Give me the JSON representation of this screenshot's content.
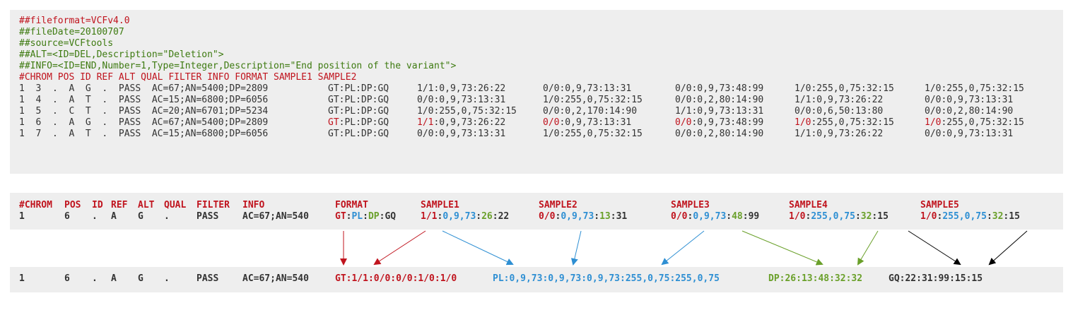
{
  "vcf": {
    "meta": [
      "##fileformat=VCFv4.0",
      "##fileDate=20100707",
      "##source=VCFtools",
      "##ALT=<ID=DEL,Description=\"Deletion\">",
      "##INFO=<ID=END,Number=1,Type=Integer,Description=\"End position of the variant\">"
    ],
    "header_line": "#CHROM POS ID REF ALT QUAL FILTER INFO FORMAT SAMPLE1 SAMPLE2",
    "rows": [
      {
        "pre": "1  3  .  A  G  .  PASS  AC=67;AN=5400;DP=2809  ",
        "format": "GT:PL:DP:GQ",
        "samples": [
          "1/1:0,9,73:26:22",
          "0/0:0,9,73:13:31",
          "0/0:0,9,73:48:99",
          "1/0:255,0,75:32:15",
          "1/0:255,0,75:32:15"
        ]
      },
      {
        "pre": "1  4  .  A  T  .  PASS  AC=15;AN=6800;DP=6056  ",
        "format": "GT:PL:DP:GQ",
        "samples": [
          "0/0:0,9,73:13:31",
          "1/0:255,0,75:32:15",
          "0/0:0,2,80:14:90",
          "1/1:0,9,73:26:22",
          "0/0:0,9,73:13:31"
        ]
      },
      {
        "pre": "1  5  .  C  T  .  PASS  AC=20;AN=6701;DP=5234  ",
        "format": "GT:PL:DP:GQ",
        "samples": [
          "1/0:255,0,75:32:15",
          "0/0:0,2,170:14:90",
          "1/1:0,9,73:13:31",
          "0/0:0,6,50:13:80",
          "0/0:0,2,80:14:90"
        ]
      },
      {
        "pre": "1  6  .  A  G  .  PASS  AC=67;AN=5400;DP=2809  ",
        "format_gt": "GT",
        "format_rest": ":PL:DP:GQ",
        "samples_split": [
          [
            "1/1",
            ":0,9,73:26:22"
          ],
          [
            "0/0",
            ":0,9,73:13:31"
          ],
          [
            "0/0",
            ":0,9,73:48:99"
          ],
          [
            "1/0",
            ":255,0,75:32:15"
          ],
          [
            "1/0",
            ":255,0,75:32:15"
          ]
        ]
      },
      {
        "pre": "1  7  .  A  T  .  PASS  AC=15;AN=6800;DP=6056  ",
        "format": "GT:PL:DP:GQ",
        "samples": [
          "0/0:0,9,73:13:31",
          "1/0:255,0,75:32:15",
          "0/0:0,2,80:14:90",
          "1/1:0,9,73:26:22",
          "0/0:0,9,73:13:31"
        ]
      }
    ]
  },
  "header_row": {
    "chrom": "#CHROM",
    "pos": "POS",
    "id": "ID",
    "ref": "REF",
    "alt": "ALT",
    "qual": "QUAL",
    "filter": "FILTER",
    "info": "INFO",
    "format": "FORMAT",
    "sample1": "SAMPLE1",
    "sample2": "SAMPLE2",
    "sample3": "SAMPLE3",
    "sample4": "SAMPLE4",
    "sample5": "SAMPLE5"
  },
  "value_row": {
    "chrom": "1",
    "pos": "6",
    "id": ".",
    "ref": "A",
    "alt": "G",
    "qual": ".",
    "filter": "PASS",
    "info": "AC=67;AN=540",
    "format": {
      "gt": "GT",
      "c1": ":",
      "pl": "PL",
      "c2": ":",
      "dp": "DP",
      "c3": ":",
      "gq": "GQ"
    },
    "samples": [
      {
        "gt": "1/1",
        "c1": ":",
        "pl": "0,9,73",
        "c2": ":",
        "dp": "26",
        "c3": ":",
        "gq": "22"
      },
      {
        "gt": "0/0",
        "c1": ":",
        "pl": "0,9,73",
        "c2": ":",
        "dp": "13",
        "c3": ":",
        "gq": "31"
      },
      {
        "gt": "0/0",
        "c1": ":",
        "pl": "0,9,73",
        "c2": ":",
        "dp": "48",
        "c3": ":",
        "gq": "99"
      },
      {
        "gt": "1/0",
        "c1": ":",
        "pl": "255,0,75",
        "c2": ":",
        "dp": "32",
        "c3": ":",
        "gq": "15"
      },
      {
        "gt": "1/0",
        "c1": ":",
        "pl": "255,0,75",
        "c2": ":",
        "dp": "32",
        "c3": ":",
        "gq": "15"
      }
    ]
  },
  "output_row": {
    "chrom": "1",
    "pos": "6",
    "id": ".",
    "ref": "A",
    "alt": "G",
    "qual": ".",
    "filter": "PASS",
    "info": "AC=67;AN=540",
    "gt": "GT:1/1:0/0:0/0:1/0:1/0",
    "pl": "PL:0,9,73:0,9,73:0,9,73:255,0,75:255,0,75",
    "dp": "DP:26:13:48:32:32",
    "gq": "GQ:22:31:99:15:15"
  },
  "colors": {
    "red": "#c0141e",
    "green": "#3d7a10",
    "blue": "#2e8fd3",
    "lightgreen": "#6aa02a",
    "dark": "#333333",
    "black": "#000000",
    "panel": "#eeeeee"
  }
}
